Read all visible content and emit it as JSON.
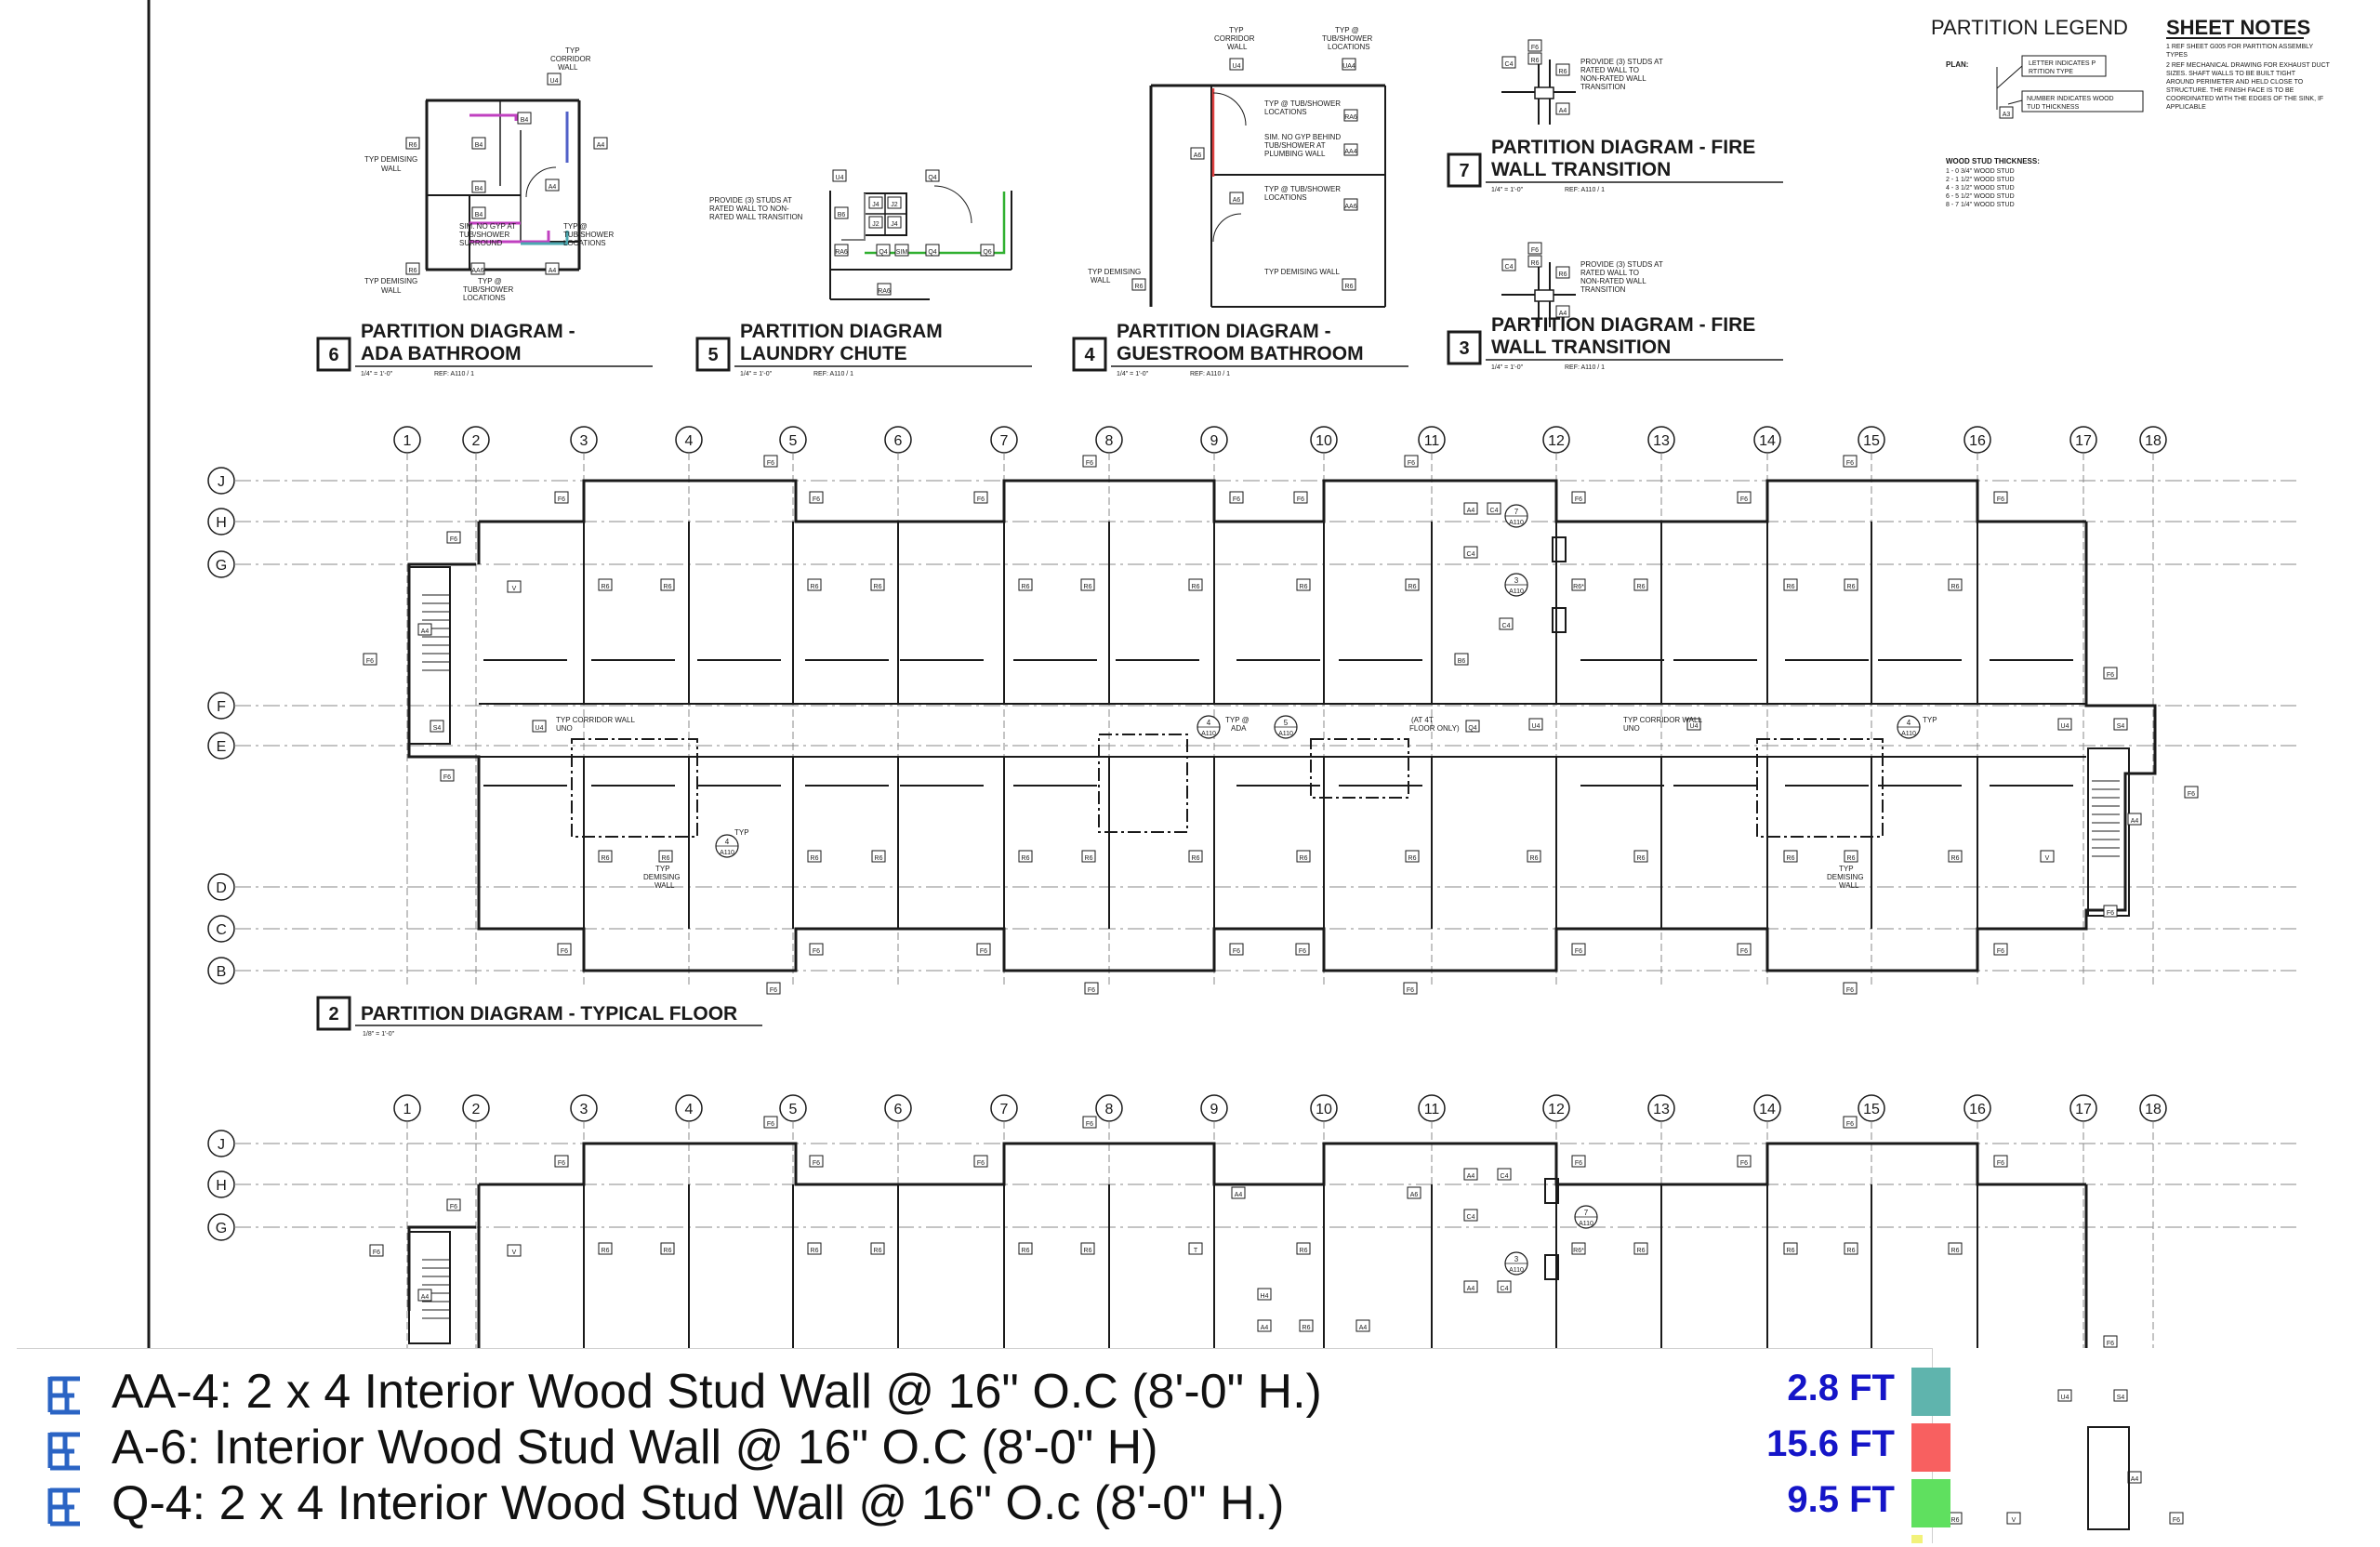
{
  "colors": {
    "ink": "#1a1a1a",
    "grid": "#888888",
    "len_text": "#1515c8",
    "swatch_aa4": "#5fb4ad",
    "swatch_a6": "#f86060",
    "swatch_q4": "#5fe05f",
    "swatch_next": "#f2f27a",
    "icon_blue": "#2b64c4"
  },
  "sheet": {
    "partition_legend": "PARTITION LEGEND",
    "sheet_notes": "SHEET NOTES",
    "plan_label": "PLAN:",
    "legend_letter_note": "LETTER INDICATES PARTITION TYPE",
    "legend_number_note": "NUMBER INDICATES WOOD STUD THICKNESS",
    "legend_tag": "A3",
    "stud_title": "WOOD STUD THICKNESS:",
    "stud_lines": [
      "1 - 0 3/4\" WOOD STUD",
      "2 - 1 1/2\" WOOD STUD",
      "4 - 3 1/2\" WOOD STUD",
      "6 - 5 1/2\" WOOD STUD",
      "8 - 7 1/4\" WOOD STUD"
    ],
    "note_1": "1  REF SHEET G005 FOR PARTITION ASSEMBLY TYPES",
    "note_2": "2  REF MECHANICAL DRAWING FOR EXHAUST DUCT SIZES. SHAFT WALLS TO BE BUILT TIGHT AROUND PERIMETER AND HELD CLOSE TO STRUCTURE. THE FINISH FACE IS TO BE COORDINATED WITH THE EDGES OF THE SINK, IF APPLICABLE"
  },
  "details": [
    {
      "num": "6",
      "title_1": "PARTITION DIAGRAM -",
      "title_2": "ADA BATHROOM",
      "scale": "1/4\" = 1'-0\"",
      "ref": "REF: A110 / 1"
    },
    {
      "num": "5",
      "title_1": "PARTITION DIAGRAM",
      "title_2": "LAUNDRY CHUTE",
      "scale": "1/4\" = 1'-0\"",
      "ref": "REF: A110 / 1"
    },
    {
      "num": "4",
      "title_1": "PARTITION DIAGRAM -",
      "title_2": "GUESTROOM BATHROOM",
      "scale": "1/4\" = 1'-0\"",
      "ref": "REF: A110 / 1"
    },
    {
      "num": "7",
      "title_1": "PARTITION DIAGRAM - FIRE",
      "title_2": "WALL TRANSITION",
      "scale": "1/4\" = 1'-0\"",
      "ref": "REF: A110 / 1"
    },
    {
      "num": "3",
      "title_1": "PARTITION DIAGRAM - FIRE",
      "title_2": "WALL TRANSITION",
      "scale": "1/4\" = 1'-0\"",
      "ref": "REF: A110 / 1"
    }
  ],
  "detail_notes": {
    "typ_corridor_wall": "TYP CORRIDOR WALL",
    "typ_demising_wall": "TYP DEMISING WALL",
    "typ_tub_shower": "TYP @ TUB/SHOWER LOCATIONS",
    "sim_no_gyp": "SIM. NO GYP AT TUB/SHOWER SURROUND",
    "sim_no_gyp_plumbing": "SIM. NO GYP BEHIND TUB/SHOWER AT PLUMBING WALL",
    "provide_studs": "PROVIDE (3) STUDS AT RATED WALL TO NON-RATED WALL TRANSITION"
  },
  "plan": {
    "title": "PARTITION DIAGRAM - TYPICAL FLOOR",
    "num": "2",
    "scale": "1/8\" = 1'-0\"",
    "columns": [
      "1",
      "2",
      "3",
      "4",
      "5",
      "6",
      "7",
      "8",
      "9",
      "10",
      "11",
      "12",
      "13",
      "14",
      "15",
      "16",
      "17",
      "18"
    ],
    "rows": [
      "J",
      "H",
      "G",
      "F",
      "E",
      "D",
      "C",
      "B"
    ],
    "lower_rows": [
      "J",
      "H",
      "G"
    ],
    "corridor_note": "TYP CORRIDOR WALL, UNO",
    "fourth_floor_note": "(AT 4TH FLOOR ONLY)",
    "typ_ada": "TYP @ ADA",
    "typ": "TYP",
    "typ_demising": "TYP DEMISING WALL",
    "ref_sheet": "A110"
  },
  "legend_rows": [
    {
      "label": "AA-4: 2 x 4 Interior Wood Stud Wall @ 16\" O.C (8'-0\" H.)",
      "length": "2.8 FT"
    },
    {
      "label": "A-6:  Interior Wood Stud Wall @ 16\" O.C (8'-0\" H)",
      "length": "15.6 FT"
    },
    {
      "label": "Q-4: 2 x 4 Interior Wood Stud Wall @ 16\" O.c (8'-0\" H.)",
      "length": "9.5 FT"
    },
    {
      "label": "",
      "length": ""
    }
  ]
}
